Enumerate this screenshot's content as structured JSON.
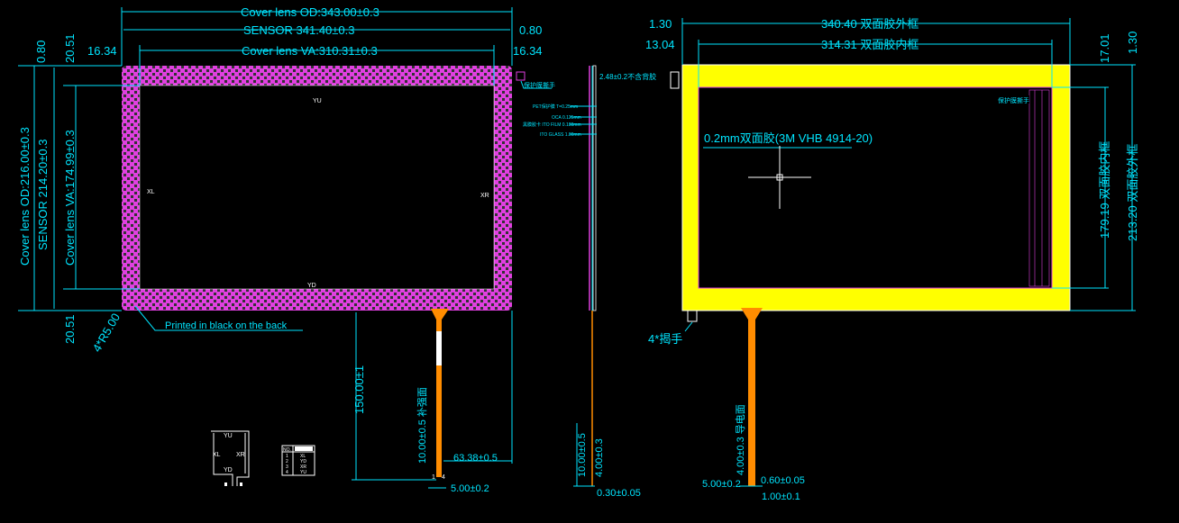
{
  "left_view": {
    "cover_lens_od_width": "Cover lens OD:343.00±0.3",
    "sensor_width": "SENSOR 341.40±0.3",
    "cover_lens_va_width": "Cover lens VA:310.31±0.3",
    "offset_left": "16.34",
    "offset_right": "16.34",
    "offset_top_right": "0.80",
    "offset_top_left": "0.80",
    "top_margin": "20.51",
    "bottom_margin": "20.51",
    "cover_lens_od_height": "Cover lens OD:216.00±0.3",
    "sensor_height": "SENSOR 214.20±0.3",
    "cover_lens_va_height": "Cover lens VA:174.99±0.3",
    "corner_radius": "4*R5.00",
    "print_note": "Printed in black on the back",
    "labels": {
      "yu": "YU",
      "yd": "YD",
      "xl": "XL",
      "xr": "XR"
    },
    "tail_length": "150.00±1",
    "tail_stiffener": "10.00±0.5 补强面",
    "tail_offset": "63.38±0.5",
    "tail_width": "5.00±0.2",
    "pin_1": "1",
    "pin_4": "4"
  },
  "side_view": {
    "total_thickness": "2.48±0.2不含背胶",
    "protective_film": "保护膜撕手",
    "layers": [
      "PET保护膜 T=0.25mm",
      "OCA 0.125mm",
      "黑膜胶卡 ITO FILM 0.188mm",
      "ITO GLASS 1.80mm"
    ],
    "dim_a": "10.00±0.5",
    "dim_b": "4.00±0.3",
    "dim_c": "0.30±0.05"
  },
  "right_view": {
    "outer_width": "340.40 双面胶外框",
    "inner_width": "314.31 双面胶内框",
    "offset_left_top": "1.30",
    "offset_left": "13.04",
    "offset_right_top": "17.01",
    "offset_right": "1.30",
    "tape_note": "0.2mm双面胶(3M VHB 4914-20)",
    "protective_film": "保护膜撕手",
    "inner_height": "179.19 双面胶内框",
    "outer_height": "213.20 双面胶外框",
    "pull_tab": "4*揭手",
    "tail_label": "4.00±0.3 导电面",
    "tail_width": "5.00±0.2",
    "dim_a": "0.60±0.05",
    "dim_b": "1.00±0.1"
  },
  "schematic": {
    "yu": "YU",
    "xl": "XL",
    "xr": "XR",
    "yd": "YD"
  },
  "pin_table": {
    "header": "NO.",
    "rows": [
      [
        "1",
        "XL"
      ],
      [
        "2",
        "YD"
      ],
      [
        "3",
        "XR"
      ],
      [
        "4",
        "YU"
      ]
    ]
  },
  "colors": {
    "dimension": "#00e5ff",
    "frame": "#e040e0",
    "tape": "#ffff00",
    "tail": "#ff8c00"
  }
}
